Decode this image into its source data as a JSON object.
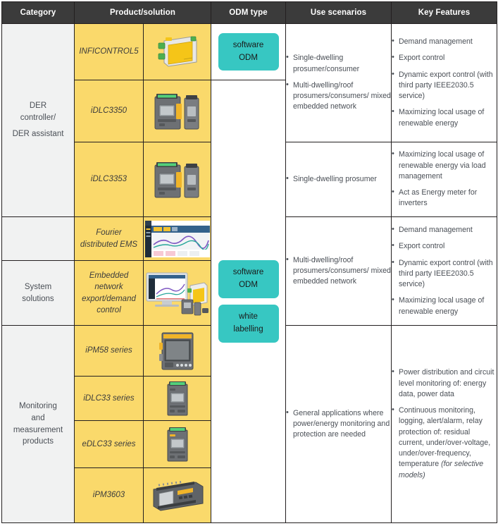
{
  "colors": {
    "header_bg": "#3b3b3b",
    "category_bg": "#f1f2f2",
    "product_bg": "#fad96b",
    "badge_bg": "#37c7c2",
    "text": "#4a4f56",
    "border": "#231f20"
  },
  "header": {
    "col_category": "Category",
    "col_product": "Product/solution",
    "col_odm": "ODM type",
    "col_use": "Use scenarios",
    "col_features": "Key Features"
  },
  "categories": [
    {
      "lines": [
        "DER",
        "controller/",
        "",
        "DER assistant"
      ]
    },
    {
      "lines": [
        "System",
        "solutions"
      ]
    },
    {
      "lines": [
        "Monitoring",
        "and",
        "measurement",
        "products"
      ]
    }
  ],
  "products": [
    {
      "name_lines": [
        "INFICONTROL5"
      ],
      "image": "inficontrol5-device-image"
    },
    {
      "name_lines": [
        "iDLC3350"
      ],
      "image": "idlc3350-device-image"
    },
    {
      "name_lines": [
        "iDLC3353"
      ],
      "image": "idlc3353-device-image"
    },
    {
      "name_lines": [
        "Fourier",
        "distributed EMS"
      ],
      "image": "fourier-ems-screenshot-image"
    },
    {
      "name_lines": [
        "Embedded",
        "network",
        "export/demand",
        "control"
      ],
      "image": "embedded-network-control-image"
    },
    {
      "name_lines": [
        "iPM58 series"
      ],
      "image": "ipm58-device-image"
    },
    {
      "name_lines": [
        "iDLC33 series"
      ],
      "image": "idlc33-device-image"
    },
    {
      "name_lines": [
        "eDLC33 series"
      ],
      "image": "edlc33-device-image"
    },
    {
      "name_lines": [
        "iPM3603"
      ],
      "image": "ipm3603-device-image"
    }
  ],
  "odm": {
    "top": [
      "software ODM"
    ],
    "bottom": [
      "software ODM",
      "white labelling"
    ],
    "badge_1_line_1": "software",
    "badge_1_line_2": "ODM",
    "badge_2_line_1": "software",
    "badge_2_line_2": "ODM",
    "badge_3_line_1": "white",
    "badge_3_line_2": "labelling"
  },
  "use_scenarios": [
    {
      "bullets": [
        "Single-dwelling prosumer/consumer",
        "Multi-dwelling/roof prosumers/consumers/ mixed embedded network"
      ]
    },
    {
      "bullets": [
        "Single-dwelling prosumer"
      ]
    },
    {
      "bullets": [
        "Multi-dwelling/roof prosumers/consumers/ mixed embedded network"
      ]
    },
    {
      "bullets": [
        "General applications where power/energy monitoring and protection are needed"
      ]
    }
  ],
  "key_features": [
    {
      "bullets": [
        "Demand management",
        "Export control",
        "Dynamic export control (with third party IEEE2030.5 service)",
        "Maximizing local usage of renewable energy"
      ]
    },
    {
      "bullets": [
        "Maximizing local usage of renewable energy via load management",
        "Act as Energy meter for inverters"
      ]
    },
    {
      "bullets": [
        "Demand management",
        "Export control",
        "Dynamic export control (with third party IEEE2030.5 service)",
        "Maximizing local usage of renewable energy"
      ]
    },
    {
      "bullets": [
        "Power distribution and circuit level monitoring of: energy data, power data",
        "Continuous monitoring, logging, alert/alarm, relay protection of: residual current, under/over-voltage, under/over-frequency, temperature "
      ],
      "last_italic_tail": "(for selective models)"
    }
  ]
}
